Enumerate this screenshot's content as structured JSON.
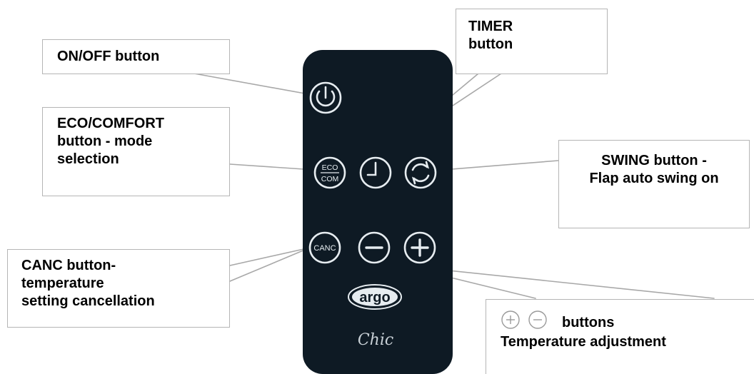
{
  "remote": {
    "brand_logo": "argo",
    "model_script": "Chic",
    "buttons": {
      "eco_top": "ECO",
      "eco_bottom": "COM",
      "canc": "CANC"
    }
  },
  "callouts": {
    "onoff": {
      "lines": [
        "ON/OFF button"
      ]
    },
    "timer": {
      "lines": [
        "TIMER",
        "button"
      ]
    },
    "eco": {
      "lines": [
        "ECO/COMFORT",
        "button - mode",
        "selection"
      ]
    },
    "swing": {
      "lines": [
        "SWING button -",
        "Flap auto swing on"
      ]
    },
    "canc": {
      "lines": [
        "CANC button-",
        "temperature",
        "setting cancellation"
      ]
    },
    "plusminus": {
      "text_after_icons": "buttons",
      "line2": "Temperature adjustment"
    }
  },
  "colors": {
    "remote_body": "#0e1a24",
    "remote_icon": "#e6ecf0",
    "callout_border": "#b5b5b5",
    "leader_line": "#a8a8a8"
  }
}
